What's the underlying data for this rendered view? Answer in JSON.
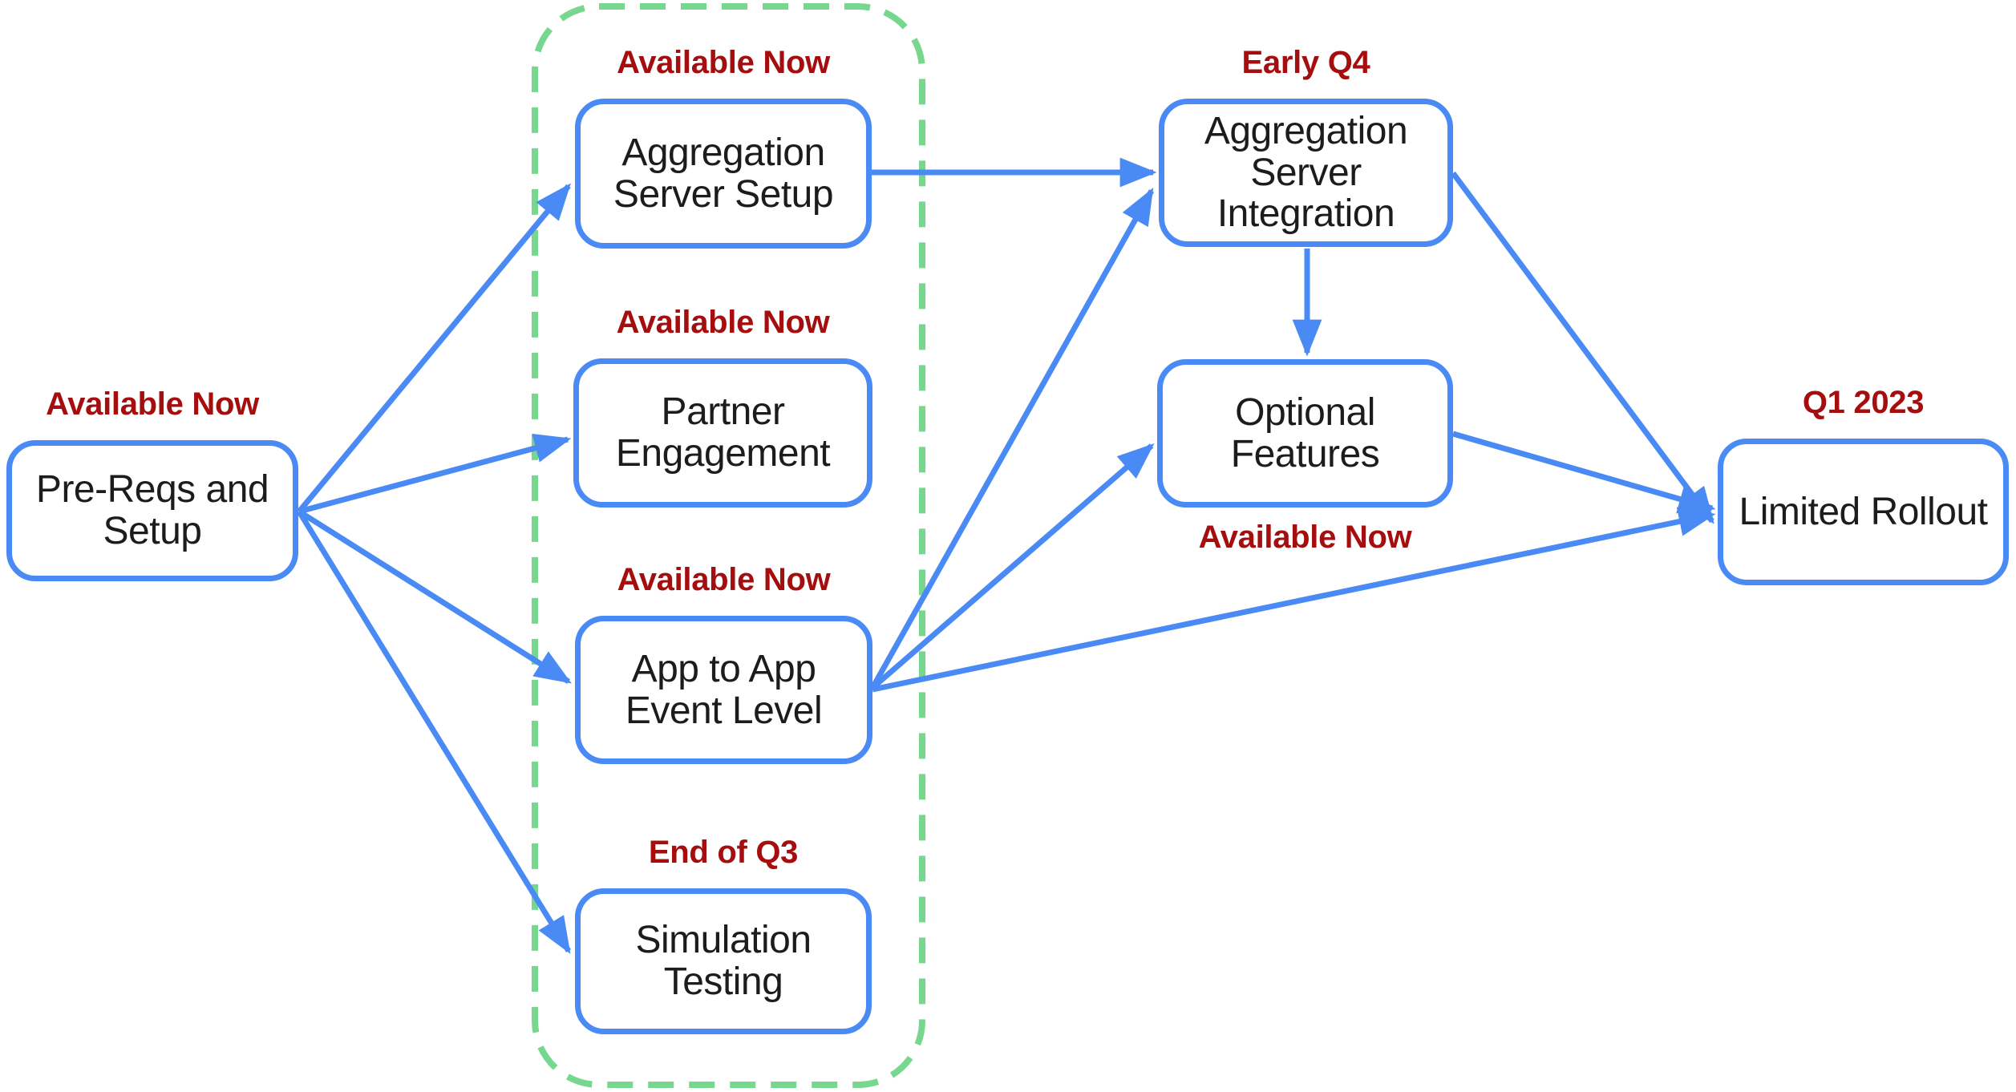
{
  "diagram": {
    "title": "",
    "colors": {
      "node_border_blue": "#4a8af4",
      "arrow_blue": "#4a8af4",
      "group_dash_green": "#78d78f",
      "status_red": "#a50e0e",
      "label_text": "#1c1c1e",
      "background": "#ffffff"
    },
    "nodes": {
      "pre_reqs": {
        "label": "Pre-Reqs and Setup",
        "status": "Available Now",
        "status_position": "above"
      },
      "agg_setup": {
        "label": "Aggregation Server Setup",
        "status": "Available Now",
        "status_position": "above"
      },
      "partner": {
        "label": "Partner Engagement",
        "status": "Available Now",
        "status_position": "above"
      },
      "app2app": {
        "label": "App to App Event Level",
        "status": "Available Now",
        "status_position": "above"
      },
      "simulation": {
        "label": "Simulation Testing",
        "status": "End of Q3",
        "status_position": "above"
      },
      "agg_integration": {
        "label": "Aggregation Server Integration",
        "status": "Early Q4",
        "status_position": "above"
      },
      "optional": {
        "label": "Optional Features",
        "status": "Available Now",
        "status_position": "below"
      },
      "limited": {
        "label": "Limited Rollout",
        "status": "Q1 2023",
        "status_position": "above"
      }
    },
    "group": {
      "style": "green-dashed-rounded-rect",
      "members": [
        "agg_setup",
        "partner",
        "app2app",
        "simulation"
      ]
    },
    "edges": [
      {
        "from": "pre_reqs",
        "to": "agg_setup"
      },
      {
        "from": "pre_reqs",
        "to": "partner"
      },
      {
        "from": "pre_reqs",
        "to": "app2app"
      },
      {
        "from": "pre_reqs",
        "to": "simulation"
      },
      {
        "from": "agg_setup",
        "to": "agg_integration"
      },
      {
        "from": "app2app",
        "to": "agg_integration"
      },
      {
        "from": "app2app",
        "to": "optional"
      },
      {
        "from": "app2app",
        "to": "limited"
      },
      {
        "from": "agg_integration",
        "to": "optional"
      },
      {
        "from": "agg_integration",
        "to": "limited"
      },
      {
        "from": "optional",
        "to": "limited"
      }
    ]
  }
}
